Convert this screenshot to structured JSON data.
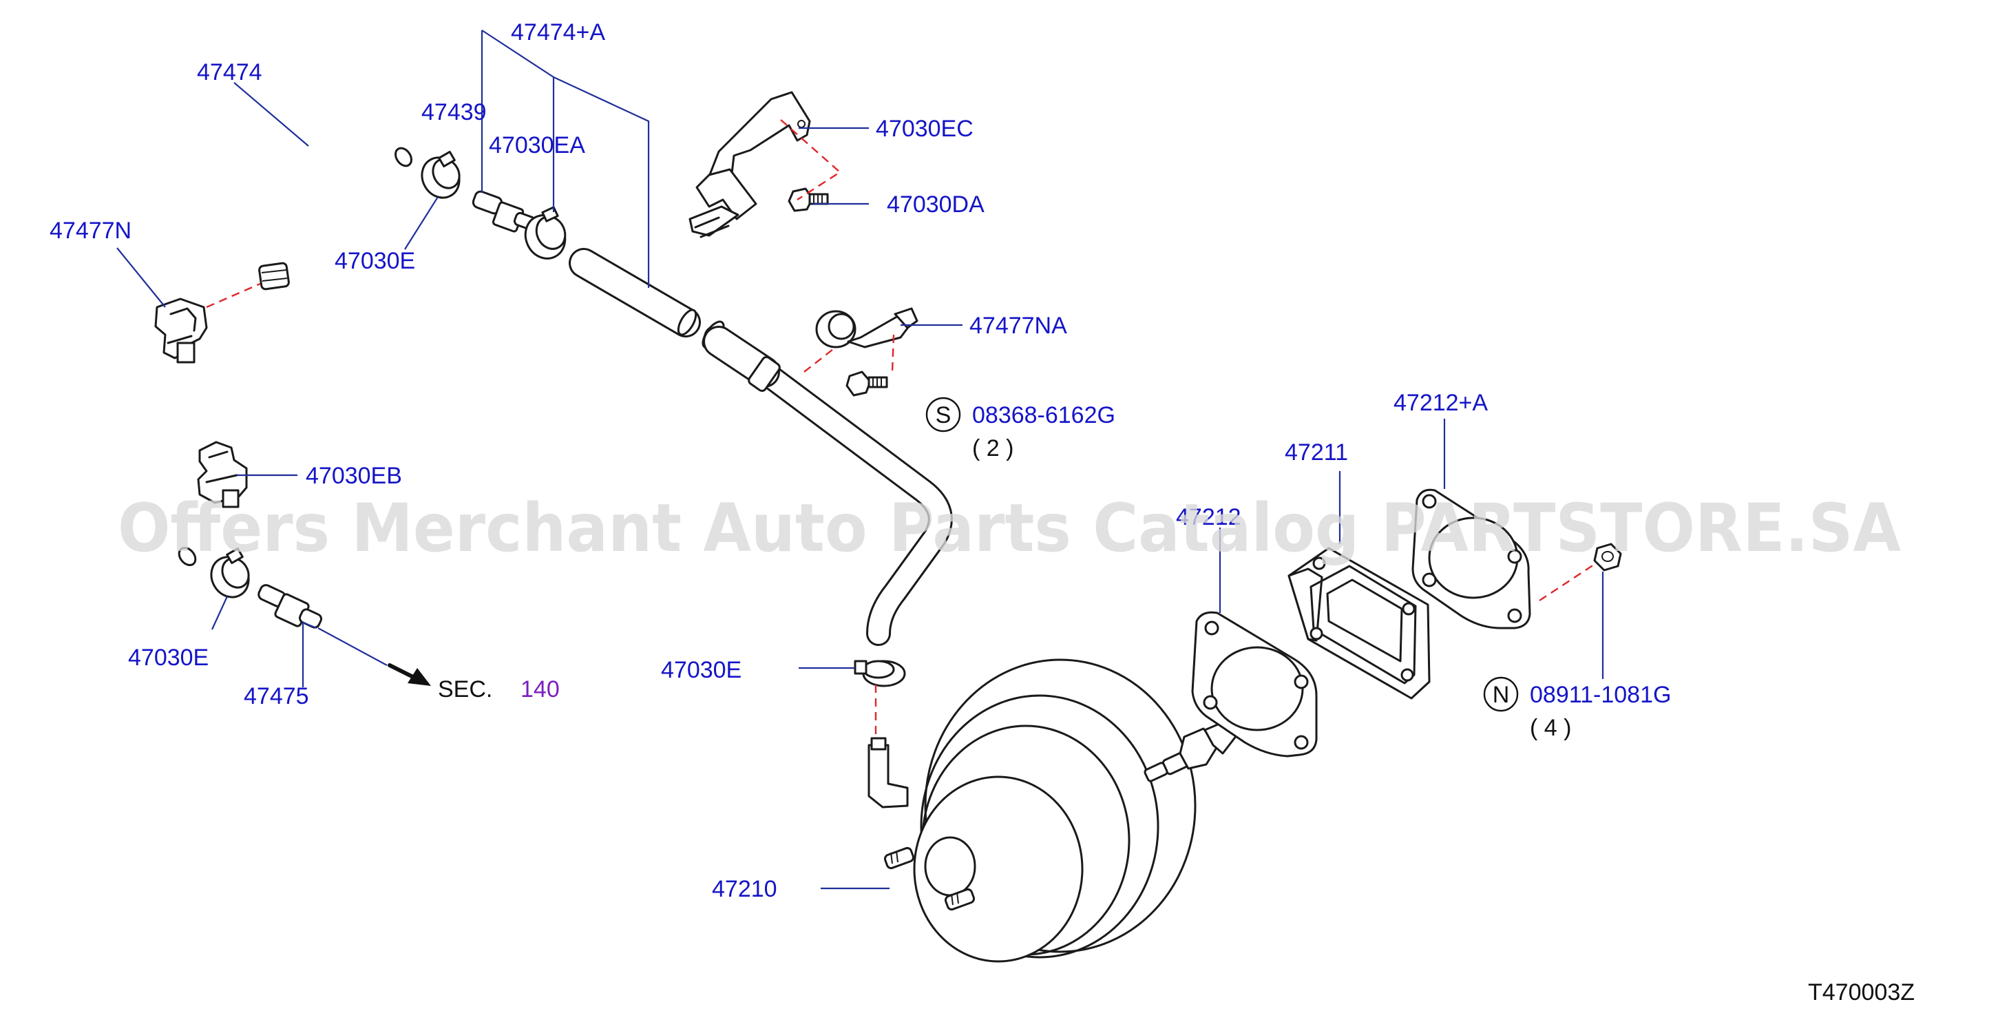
{
  "labels": {
    "p47474": "47474",
    "p47474a": "47474+A",
    "p47439": "47439",
    "p47030ea": "47030EA",
    "p47030ec": "47030EC",
    "p47030da": "47030DA",
    "p47477n": "47477N",
    "p47030e_top": "47030E",
    "p47477na": "47477NA",
    "bolt_code": "08368-6162G",
    "bolt_qty": "( 2 )",
    "p47030eb": "47030EB",
    "p47212a": "47212+A",
    "p47211": "47211",
    "p47212": "47212",
    "p47030e_left": "47030E",
    "p47475": "47475",
    "sec_prefix": "SEC.",
    "sec_number": "140",
    "p47030e_mid": "47030E",
    "nut_code": "08911-1081G",
    "nut_qty": "( 4 )",
    "p47210": "47210",
    "diagram_id": "T470003Z"
  },
  "symbols": {
    "bolt_letter": "S",
    "nut_letter": "N"
  },
  "watermark": "Offers Merchant Auto Parts Catalog PARTSTORE.SA",
  "colors": {
    "label": "#1414c8",
    "leader": "#1f2f9a",
    "connector_dash": "#e0262a",
    "part_outline": "#1a1a1a",
    "section_number": "#7a1fbf",
    "watermark": "#d9d9d9"
  }
}
